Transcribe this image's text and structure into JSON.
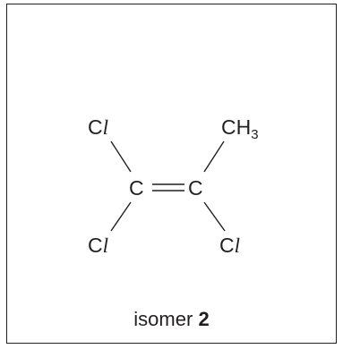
{
  "molecule": {
    "atoms": {
      "c_left": "C",
      "c_right": "C",
      "cl_top_left_element": "C",
      "cl_top_left_l": "l",
      "cl_bottom_left_element": "C",
      "cl_bottom_left_l": "l",
      "cl_bottom_right_element": "C",
      "cl_bottom_right_l": "l",
      "methyl_main": "CH",
      "methyl_subscript": "3"
    },
    "bonds": {
      "central": "double",
      "others": "single"
    }
  },
  "caption": {
    "prefix": "isomer",
    "number": "2"
  }
}
